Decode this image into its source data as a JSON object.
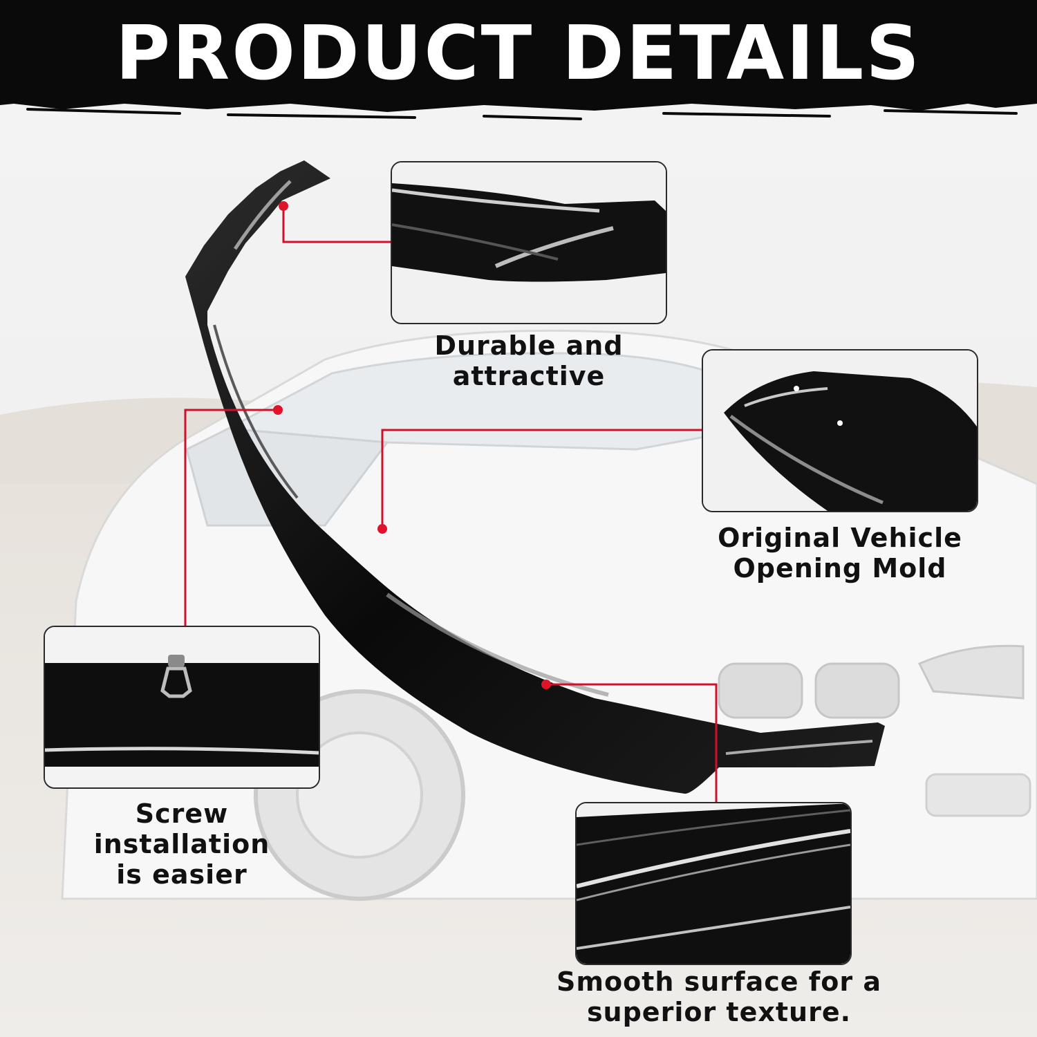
{
  "title": "PRODUCT DETAILS",
  "colors": {
    "accent": "#e0132b",
    "banner": "#0a0a0a",
    "part": "#0b0b0b"
  },
  "features": [
    {
      "line1": "Durable and",
      "line2": "attractive"
    },
    {
      "line1": "Original Vehicle",
      "line2": "Opening Mold"
    },
    {
      "line1": "Screw installation",
      "line2": "is easier"
    },
    {
      "line1": "Smooth surface for a",
      "line2": "superior texture."
    }
  ]
}
